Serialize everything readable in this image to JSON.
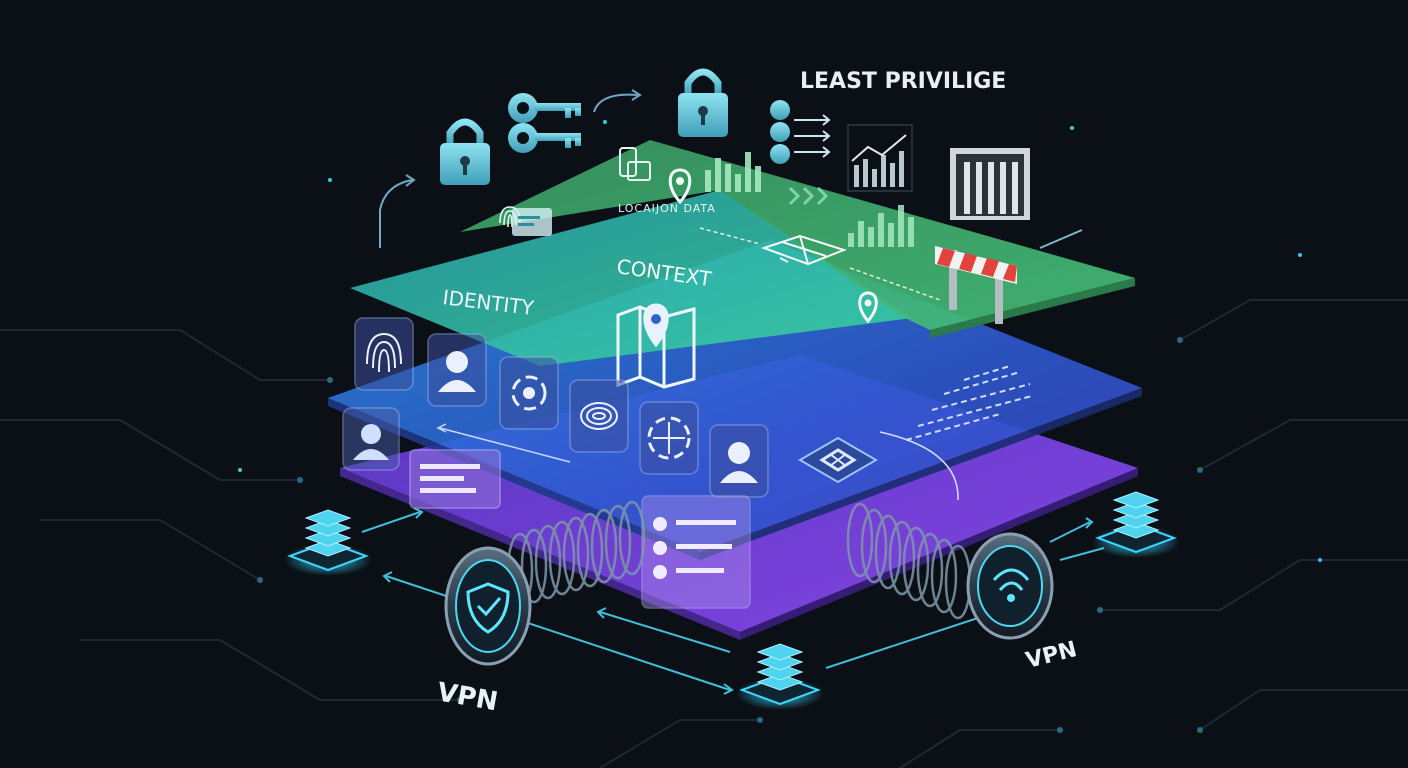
{
  "labels": {
    "least_privilege": "LEAST PRIVILIGE",
    "location_data": "LOCAIJON DATA",
    "context": "CONTEXT",
    "identity": "IDENTITY",
    "vpn_left": "VPN",
    "vpn_right": "VPN"
  },
  "layers": [
    {
      "name": "least-privilege-layer",
      "color": "#39b36a"
    },
    {
      "name": "context-layer",
      "color": "#2fc3b0"
    },
    {
      "name": "identity-layer",
      "color": "#2f63d4"
    },
    {
      "name": "network-layer",
      "color": "#7a3fe0"
    }
  ],
  "icons": {
    "top": [
      "padlock-icon",
      "keys-icon",
      "padlock-icon",
      "arrow-icon"
    ],
    "least_privilege_row": [
      "key-arrows-icon",
      "bar-chart-icon",
      "data-center-icon"
    ],
    "context_row": [
      "phone-icon",
      "location-pin-icon",
      "bar-chart-icon",
      "chevrons-icon",
      "map-grid-icon",
      "barrier-icon"
    ],
    "identity_tiles": [
      "fingerprint-icon",
      "user-icon",
      "iris-scan-icon",
      "fingerprint-icon",
      "face-scan-icon",
      "user-icon"
    ],
    "network": [
      "server-stack-icon",
      "vpn-shield-tunnel-icon",
      "wifi-tunnel-icon"
    ]
  },
  "colors": {
    "background": "#0b0f16",
    "accent_cyan": "#37e0ff",
    "green": "#39b36a",
    "blue": "#2f63d4",
    "purple": "#7a3fe0"
  }
}
